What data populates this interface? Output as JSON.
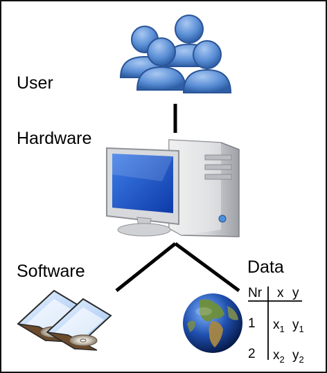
{
  "labels": {
    "user": "User",
    "hardware": "Hardware",
    "software": "Software",
    "data": "Data"
  },
  "data_table": {
    "headers": [
      "Nr",
      "x",
      "y"
    ],
    "rows": [
      {
        "nr": "1",
        "x": "x",
        "x_sub": "1",
        "y": "y",
        "y_sub": "1"
      },
      {
        "nr": "2",
        "x": "x",
        "x_sub": "2",
        "y": "y",
        "y_sub": "2"
      }
    ]
  },
  "icons": {
    "users": "users-group-icon",
    "computer": "desktop-computer-icon",
    "software": "software-cd-case-icon",
    "globe": "earth-globe-icon"
  },
  "colors": {
    "user_blue": "#5b8fd6",
    "screen_blue": "#1a4fbf",
    "connector": "#000000"
  }
}
